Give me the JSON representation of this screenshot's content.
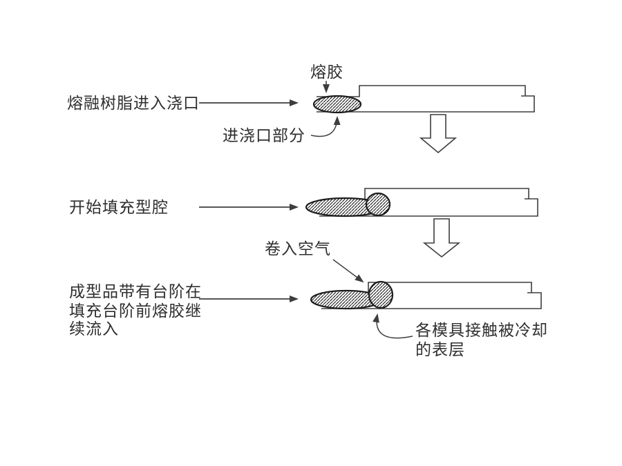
{
  "diagram": {
    "title_implicit": "",
    "step1": {
      "caption": "熔融树脂进入浇口",
      "melt_label": "熔胶",
      "gate_label": "进浇口部分"
    },
    "step2": {
      "caption": "开始填充型腔"
    },
    "step3": {
      "caption_line1": "成型品带有台阶在",
      "caption_line2": "填充台阶前熔胶继",
      "caption_line3": "续流入",
      "air_label": "卷入空气",
      "skin_label_line1": "各模具接触被冷却",
      "skin_label_line2": "的表层"
    }
  },
  "colors": {
    "background": "#ffffff",
    "line": "#3d3d3d",
    "text": "#2e2e2e",
    "melt_stroke": "#1c1c1c"
  }
}
